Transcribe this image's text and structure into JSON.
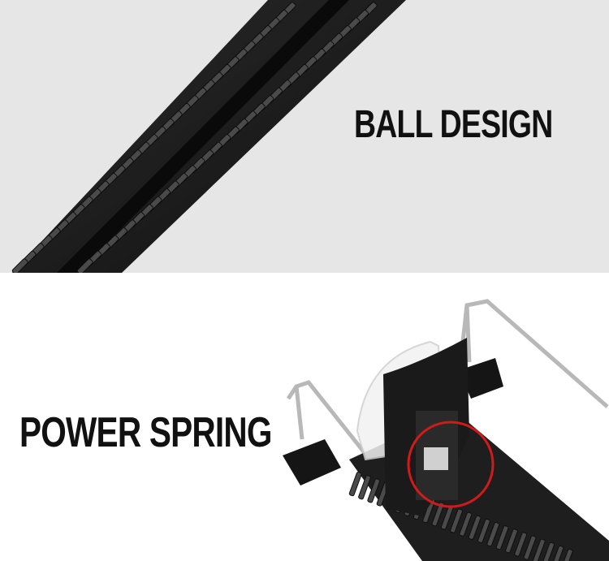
{
  "panels": {
    "top": {
      "caption": "BALL DESIGN"
    },
    "bottom": {
      "caption": "POWER SPRING"
    }
  },
  "colors": {
    "top_background": "#e6e6e6",
    "bottom_background": "#ffffff",
    "track": "#1c1c1c",
    "track_tooth": "#4a4a4a",
    "wire": "#b8b8b8",
    "highlight_circle": "#d11a1a",
    "caption_text": "#111111"
  },
  "icons": {
    "top_illustration": "roller-track-photo",
    "bottom_illustration": "spring-pusher-photo"
  }
}
